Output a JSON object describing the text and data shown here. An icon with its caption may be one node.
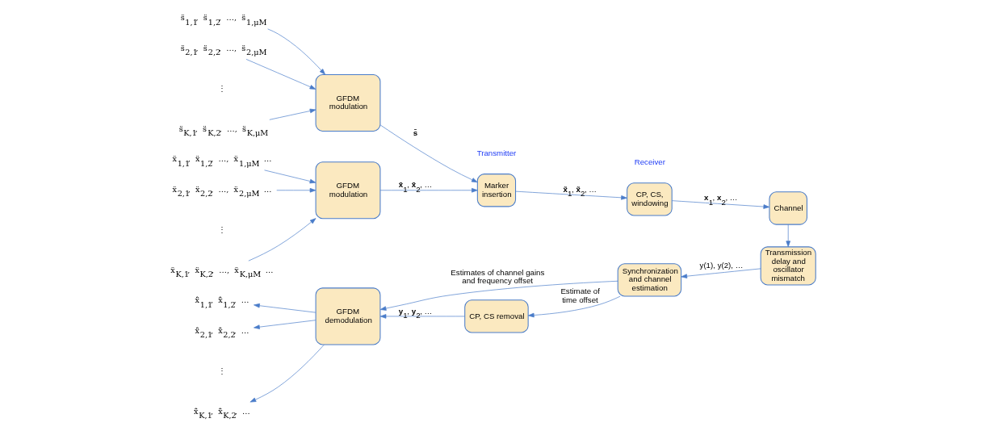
{
  "diagram": {
    "nodes": [
      {
        "text": [
          "ẍ$_{1,1}$,  ẍ$_{1,2}$,  …,  ẍ$_{1,μM}$,  …"
        ]
      },
      {
        "text": [
          "ẍ$_{2,1}$,  ẍ$_{2,2}$,  …,  ẍ$_{2,μM}$,  …"
        ]
      },
      {
        "text": [
          "ẍ$_{K,1}$,  ẍ$_{K,2}$,  …,  ẍ$_{K,μM}$,  …"
        ]
      },
      {
        "text": [
          "GFDM modulation"
        ]
      },
      {
        "text": [
          "s̈$_{1,1}$,  s̈$_{1,2}$,  …,  s̈$_{1,μM}$"
        ]
      },
      {
        "text": [
          "s̈$_{2,1}$,  s̈$_{2,2}$,  …,  s̈$_{2,μM}$"
        ]
      },
      {
        "text": [
          "s̈$_{K,1}$,  s̈$_{K,2}$,  …,  s̈$_{K,μM}$"
        ]
      },
      {
        "text": [
          "GFDM modulation"
        ]
      },
      {
        "text": [
          "Marker insertion"
        ]
      },
      {
        "text": [
          "CP, CS, windowing"
        ]
      },
      {
        "text": [
          "Channel"
        ]
      },
      {
        "text": [
          "Transmission delay and oscillator mismatch"
        ]
      },
      {
        "text": [
          "Synchronization and channel estimation"
        ]
      },
      {
        "text": [
          "CP, CS removal"
        ]
      },
      {
        "text": [
          "GFDM demodulation"
        ]
      },
      {
        "text": [
          "x̂̈$_{1,1}$,  x̂̈$_{1,2}$,  …"
        ]
      },
      {
        "text": [
          "x̂̈$_{2,1}$,  x̂̈$_{2,2}$,  …"
        ]
      },
      {
        "text": [
          "x̂̈$_{K,1}$,  x̂̈$_{K,2}$,  …"
        ]
      }
    ],
    "edges": [
      {
        "from": 0,
        "to": 3,
        "arrow": "to"
      },
      {
        "from": 1,
        "to": 3,
        "arrow": "to"
      },
      {
        "from": 2,
        "to": 3,
        "arrow": "to"
      },
      {
        "from": 4,
        "to": 7,
        "arrow": "to"
      },
      {
        "from": 5,
        "to": 7,
        "arrow": "to"
      },
      {
        "from": 6,
        "to": 7,
        "arrow": "to"
      },
      {
        "from": 3,
        "to": 8,
        "arrow": "to",
        "label": "**x̄**$_{1}$, **x̄**$_{2}$, …"
      },
      {
        "from": 7,
        "to": 8,
        "arrow": "to",
        "label": "**s̄**"
      },
      {
        "from": 8,
        "to": 9,
        "arrow": "to",
        "label": "**x̃**$_{1}$, **x̃**$_{2}$, …"
      },
      {
        "from": 9,
        "to": 10,
        "arrow": "to",
        "label": "**x**$_{1}$, **x**$_{2}$, …"
      },
      {
        "from": 10,
        "to": 11,
        "arrow": "to"
      },
      {
        "from": 11,
        "to": 12,
        "arrow": "to",
        "label": "y(1), y(2), …"
      },
      {
        "from": 12,
        "to": 13,
        "arrow": "to",
        "label": "Estimate of time offset"
      },
      {
        "from": 13,
        "to": 14,
        "arrow": "to",
        "label": "**y**$_{1}$, **y**$_{2}$, …"
      },
      {
        "from": 12,
        "to": 14,
        "arrow": "to",
        "label": "Estimates of channel gains and frequency offset"
      },
      {
        "from": 14,
        "to": 15,
        "arrow": "to"
      },
      {
        "from": 14,
        "to": 16,
        "arrow": "to"
      },
      {
        "from": 14,
        "to": 17,
        "arrow": "to"
      }
    ],
    "labels": [
      "Transmitter",
      "⋮",
      "⋮",
      "Receiver",
      "⋮"
    ]
  }
}
